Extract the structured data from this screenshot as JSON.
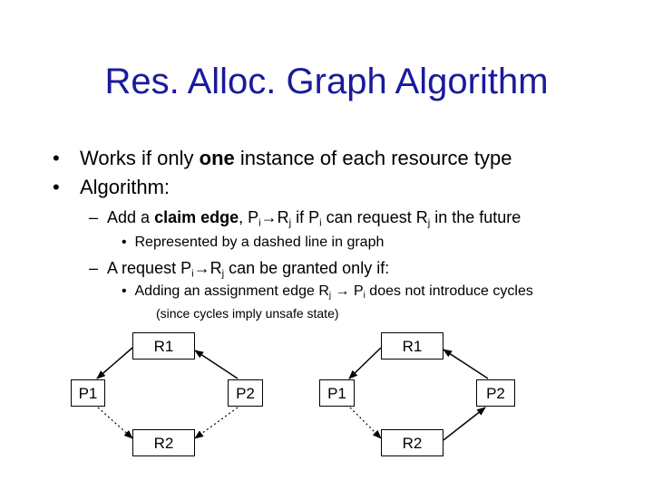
{
  "slide": {
    "title": "Res. Alloc. Graph Algorithm",
    "bullets": [
      {
        "bullet": "•",
        "pre": "Works if only ",
        "bold": "one",
        "post": " instance of each resource type"
      },
      {
        "bullet": "•",
        "text": "Algorithm:"
      }
    ],
    "sub1": {
      "dash": "–",
      "pre": "Add a ",
      "bold": "claim edge",
      "comma": ", ",
      "p": "P",
      "i": "i",
      "arrow": "→",
      "r": "R",
      "j": "j",
      "mid": " if ",
      "p2": "P",
      "i2": "i",
      "mid2": " can request ",
      "r2": "R",
      "j2": "j",
      "post": " in the future"
    },
    "sub1_detail": {
      "bullet": "•",
      "text": "Represented by a dashed line in graph"
    },
    "sub2": {
      "dash": "–",
      "pre": "A request ",
      "p": "P",
      "i": "i",
      "arrow": "→",
      "r": "R",
      "j": "j",
      "post": " can be granted only if:"
    },
    "sub2_detail": {
      "bullet": "•",
      "pre": "Adding an assignment edge ",
      "r": "R",
      "j": "j",
      "arrow": "→",
      "p": "P",
      "i": "i",
      "post": " does not introduce cycles"
    },
    "note": "(since cycles imply unsafe state)"
  },
  "graphs": [
    {
      "nodes": {
        "r1": "R1",
        "p1": "P1",
        "p2": "P2",
        "r2": "R2"
      }
    },
    {
      "nodes": {
        "r1": "R1",
        "p1": "P1",
        "p2": "P2",
        "r2": "R2"
      }
    }
  ]
}
